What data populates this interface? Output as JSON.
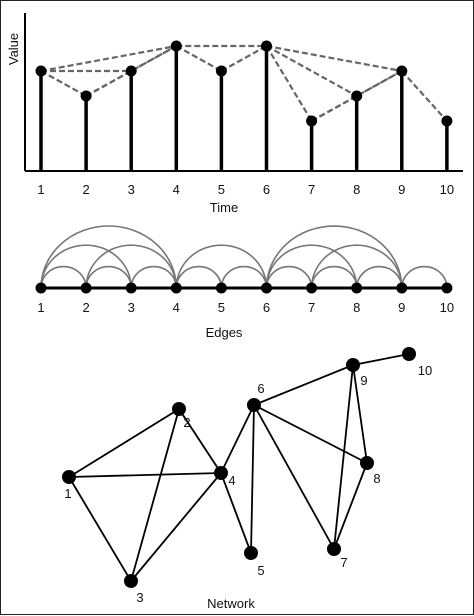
{
  "top_chart": {
    "y_axis_label": "Value",
    "x_axis_label": "Time",
    "tick_labels": [
      "1",
      "2",
      "3",
      "4",
      "5",
      "6",
      "7",
      "8",
      "9",
      "10"
    ],
    "dashed_color": "#666666"
  },
  "edges_diagram": {
    "caption": "Edges",
    "node_labels": [
      "1",
      "2",
      "3",
      "4",
      "5",
      "6",
      "7",
      "8",
      "9",
      "10"
    ],
    "arc_color": "#777777"
  },
  "network_graph": {
    "caption": "Network",
    "node_labels": [
      "1",
      "2",
      "3",
      "4",
      "5",
      "6",
      "7",
      "8",
      "9",
      "10"
    ]
  },
  "chart_data": {
    "type": "stem-visibility-graph",
    "x": [
      1,
      2,
      3,
      4,
      5,
      6,
      7,
      8,
      9,
      10
    ],
    "values": [
      4,
      3,
      4,
      5,
      4,
      5,
      2,
      3,
      4,
      2
    ],
    "ylim": [
      0,
      5.3
    ],
    "grid": false,
    "edges": [
      [
        1,
        2
      ],
      [
        2,
        3
      ],
      [
        3,
        4
      ],
      [
        4,
        5
      ],
      [
        5,
        6
      ],
      [
        6,
        7
      ],
      [
        7,
        8
      ],
      [
        8,
        9
      ],
      [
        9,
        10
      ],
      [
        1,
        3
      ],
      [
        1,
        4
      ],
      [
        2,
        4
      ],
      [
        4,
        6
      ],
      [
        6,
        8
      ],
      [
        6,
        9
      ],
      [
        7,
        9
      ]
    ]
  }
}
